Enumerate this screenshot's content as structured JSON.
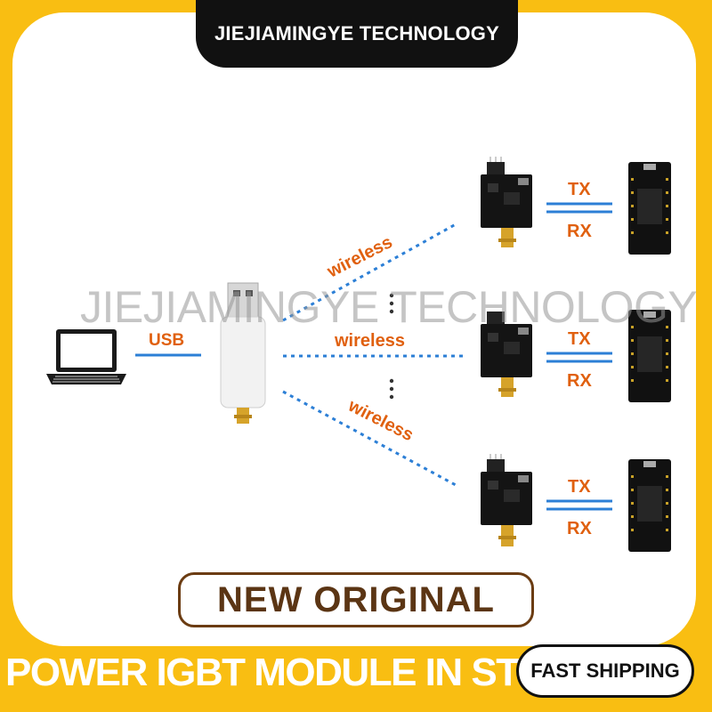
{
  "header": {
    "brand": "JIEJIAMINGYE TECHNOLOGY"
  },
  "watermark": {
    "text": "JIEJIAMINGYE TECHNOLOGY"
  },
  "diagram": {
    "usb_label": "USB",
    "links": [
      "wireless",
      "wireless",
      "wireless"
    ],
    "nodes": [
      {
        "tx": "TX",
        "rx": "RX"
      },
      {
        "tx": "TX",
        "rx": "RX"
      },
      {
        "tx": "TX",
        "rx": "RX"
      }
    ]
  },
  "footer": {
    "new_original": "NEW ORIGINAL",
    "stock_text": "POWER IGBT MODULE IN STOCK",
    "shipping_badge": "FAST SHIPPING"
  },
  "colors": {
    "background": "#f9be12",
    "label_orange": "#e0600f",
    "line_blue": "#2c7fd6"
  }
}
